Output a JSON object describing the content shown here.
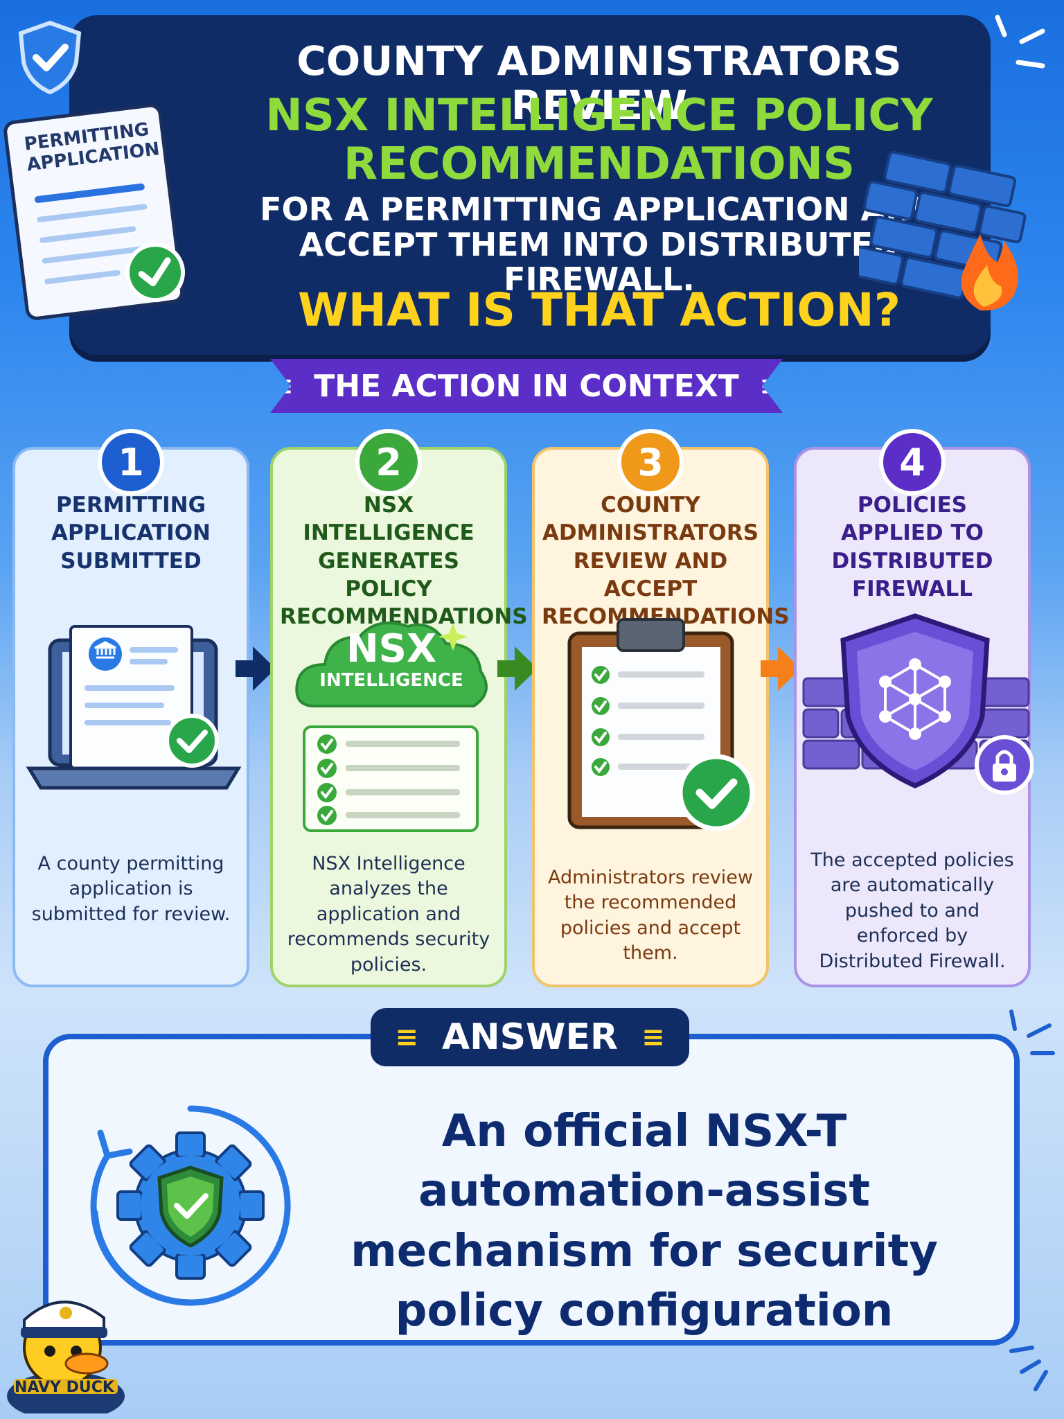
{
  "header": {
    "line1": "COUNTY ADMINISTRATORS REVIEW",
    "line2": "NSX INTELLIGENCE POLICY RECOMMENDATIONS",
    "line3": "FOR A PERMITTING APPLICATION AND ACCEPT THEM INTO DISTRIBUTED FIREWALL.",
    "line4": "WHAT IS THAT ACTION?",
    "document_label": "PERMITTING APPLICATION"
  },
  "context_banner": "THE ACTION IN CONTEXT",
  "steps": [
    {
      "number": "1",
      "title": "PERMITTING APPLICATION SUBMITTED",
      "description": "A county permitting application is submitted for review.",
      "color": "#1d5ed0"
    },
    {
      "number": "2",
      "title": "NSX INTELLIGENCE GENERATES POLICY RECOMMENDATIONS",
      "description": "NSX Intelligence analyzes the application and recommends security policies.",
      "color": "#3aa83a",
      "cloud_title": "NSX",
      "cloud_subtitle": "INTELLIGENCE"
    },
    {
      "number": "3",
      "title": "COUNTY ADMINISTRATORS REVIEW AND ACCEPT RECOMMENDATIONS",
      "description": "Administrators review the recommended policies and accept them.",
      "color": "#f0981a"
    },
    {
      "number": "4",
      "title": "POLICIES APPLIED TO DISTRIBUTED FIREWALL",
      "description": "The accepted policies are automatically pushed to and enforced by Distributed Firewall.",
      "color": "#5b2fc7"
    }
  ],
  "answer": {
    "label": "ANSWER",
    "text": "An official NSX-T automation-assist mechanism for security policy configuration"
  },
  "mascot_label": "NAVY DUCK"
}
